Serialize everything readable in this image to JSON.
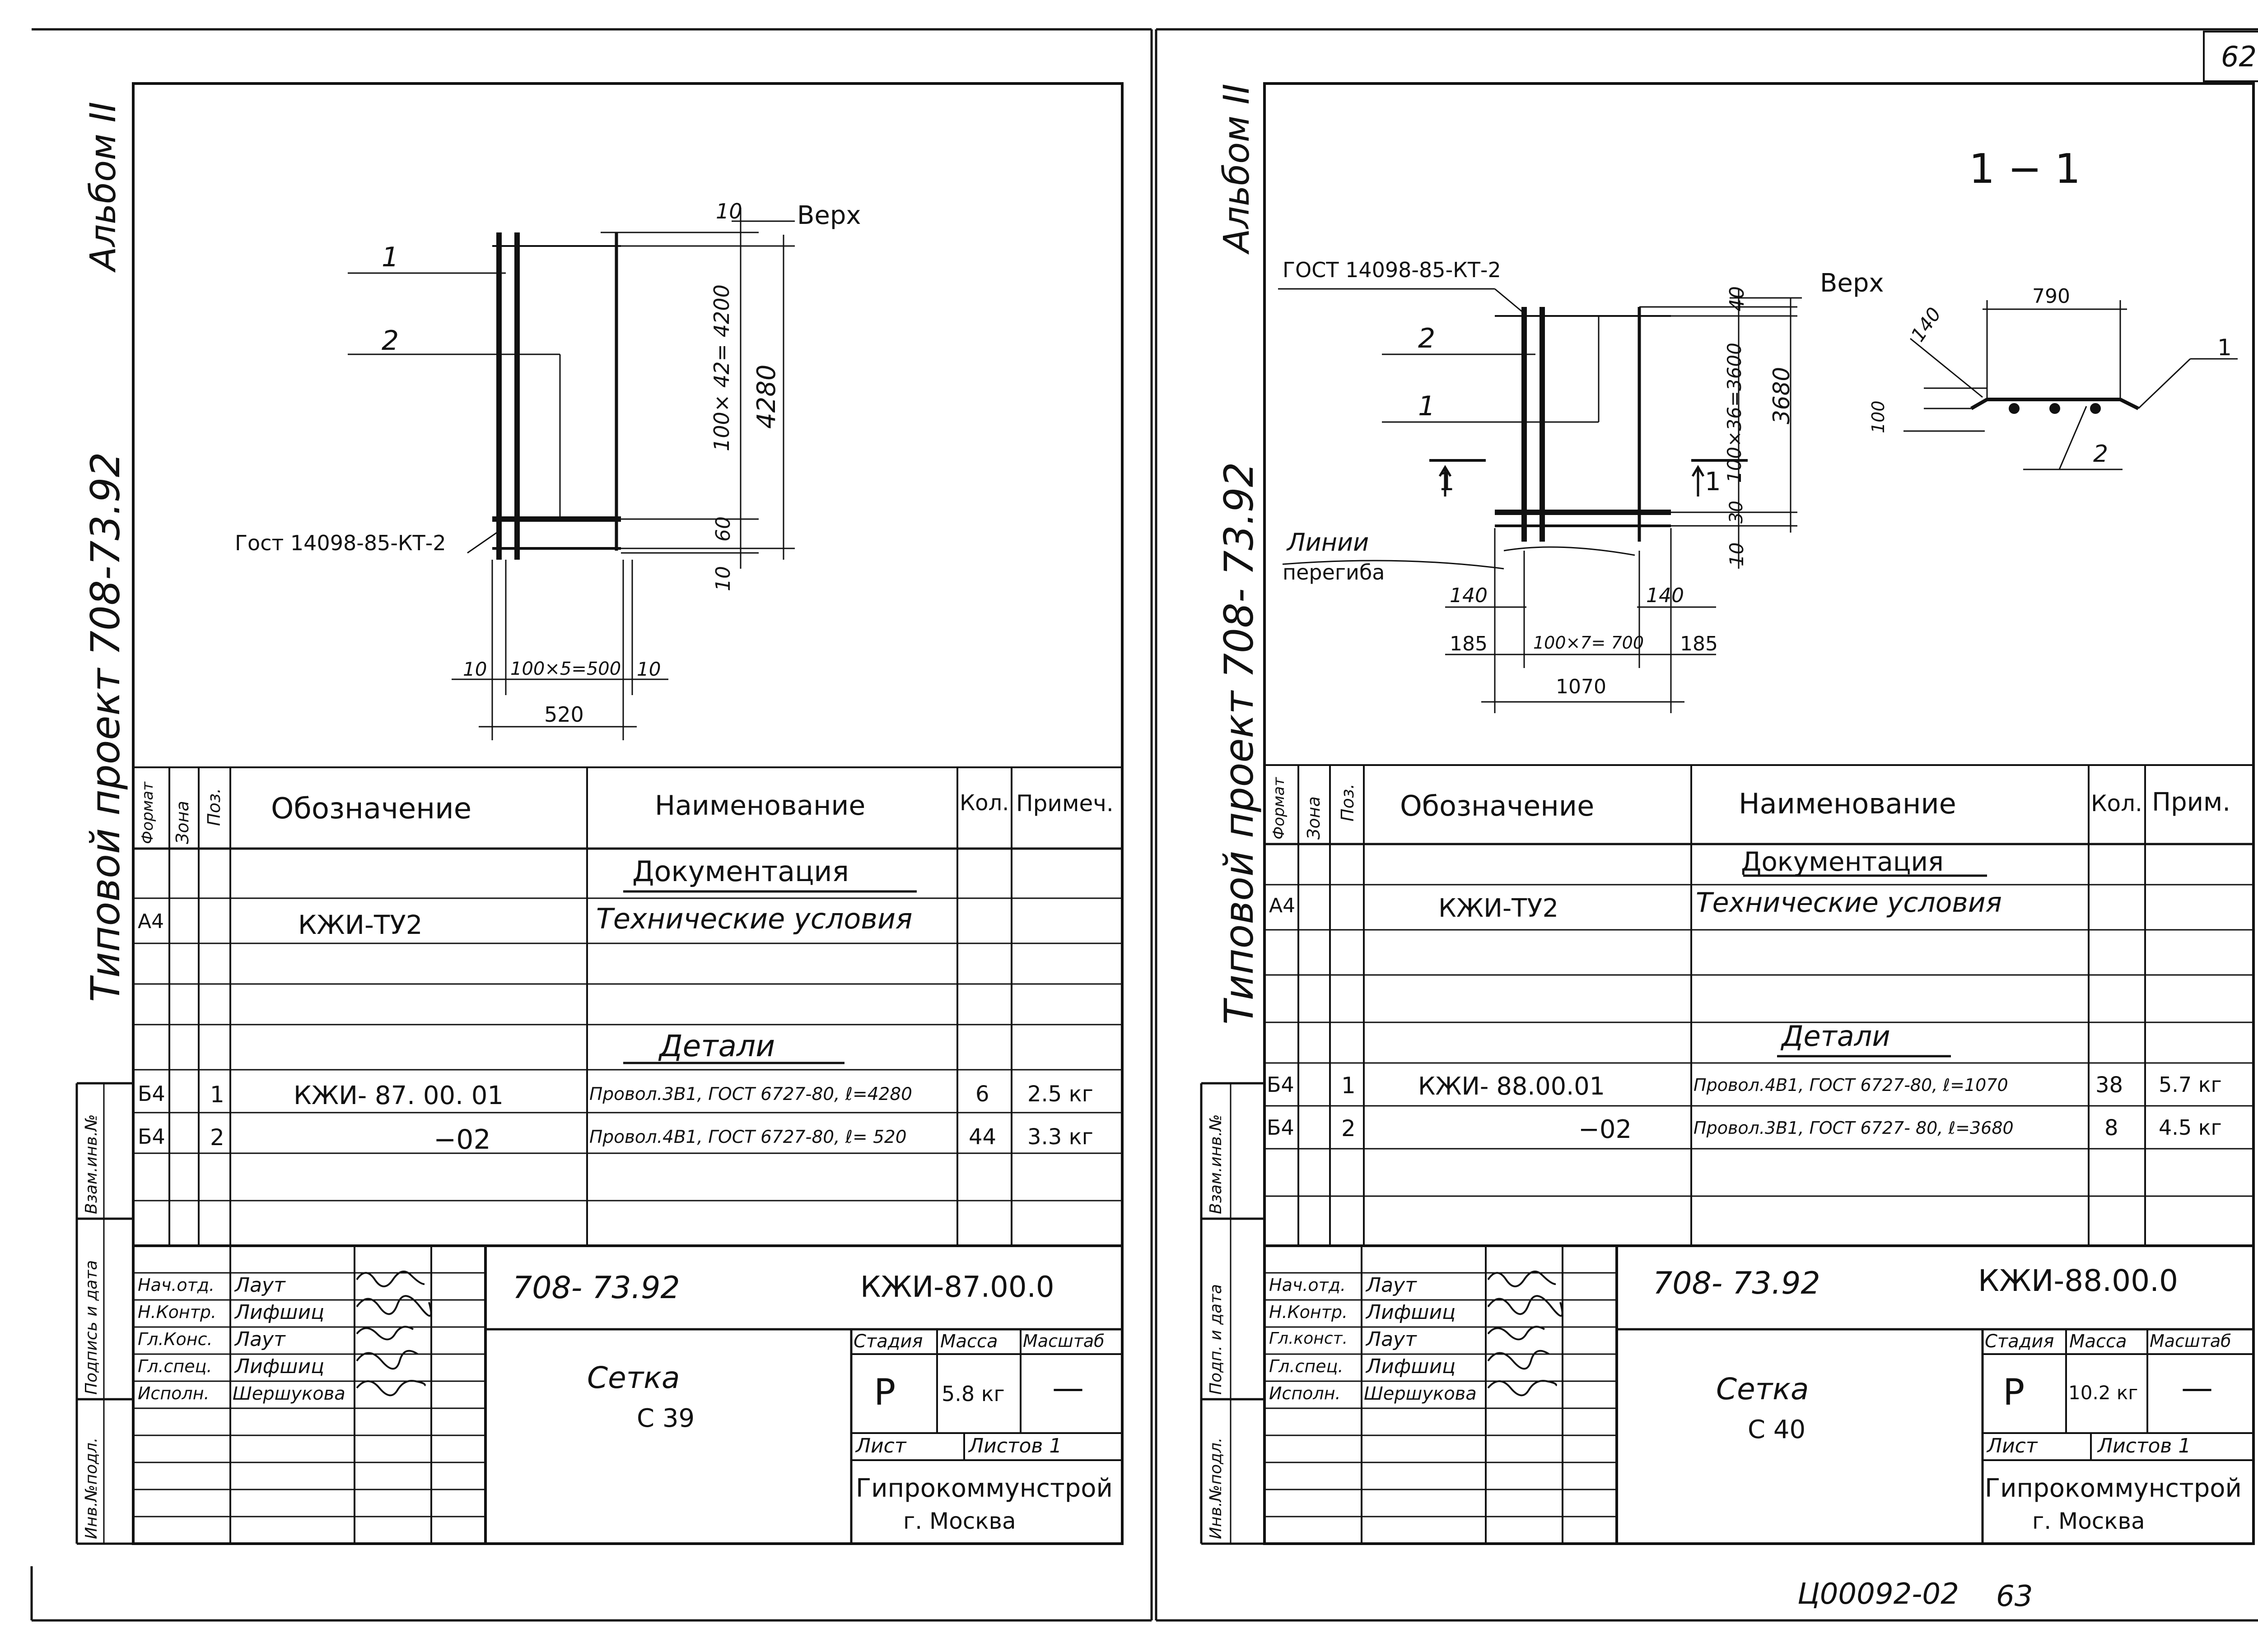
{
  "page_number": "62",
  "bottom_stamp": "Ц00092-02",
  "bottom_page": "63",
  "left": {
    "album": "Альбом II",
    "project": "Типовой проект 708-73.92",
    "drawing": {
      "top_dim": "10",
      "top_label": "Верх",
      "vert_dim_1": "100× 42= 4200",
      "vert_dim_2": "4280",
      "dim_60": "60",
      "dim_10b": "10",
      "pos1": "1",
      "pos2": "2",
      "gost": "Гост 14098-85-КТ-2",
      "h_dim_left": "10",
      "h_dim_mid": "100×5=500",
      "h_dim_right": "10",
      "h_total": "520"
    },
    "spec": {
      "headers": {
        "format": "Формат",
        "zone": "Зона",
        "pos": "Поз.",
        "designation": "Обозначение",
        "name": "Наименование",
        "qty": "Кол.",
        "note": "Примеч."
      },
      "doc_section": "Документация",
      "doc_row": {
        "format": "А4",
        "designation": "КЖИ-ТУ2",
        "name": "Технические условия"
      },
      "details_section": "Детали",
      "rows": [
        {
          "format": "Б4",
          "pos": "1",
          "designation": "КЖИ- 87. 00. 01",
          "name": "Провол.3В1, ГОСТ 6727-80, ℓ=4280",
          "qty": "6",
          "note": "2.5 кг"
        },
        {
          "format": "Б4",
          "pos": "2",
          "designation": "−02",
          "name": "Провол.4В1, ГОСТ 6727-80, ℓ= 520",
          "qty": "44",
          "note": "3.3 кг"
        }
      ]
    },
    "title_block": {
      "roles": [
        "Нач.отд.",
        "Н.Контр.",
        "Гл.Конс.",
        "Гл.спец.",
        "Исполн."
      ],
      "names": [
        "Лаут",
        "Лифшиц",
        "Лаут",
        "Лифшиц",
        "Шершукова"
      ],
      "project_code": "708- 73.92",
      "doc_code": "КЖИ-87.00.0",
      "title": "Сетка",
      "subtitle": "С 39",
      "stage_label": "Стадия",
      "mass_label": "Масса",
      "scale_label": "Масштаб",
      "stage": "Р",
      "mass": "5.8 кг",
      "scale": "—",
      "sheet_label": "Лист",
      "sheets_label": "Листов 1",
      "org": "Гипрокоммунстрой",
      "city": "г. Москва"
    },
    "side_stamps": [
      "Взам.инв.№",
      "Подпись и дата",
      "Инв.№подл."
    ]
  },
  "right": {
    "album": "Альбом II",
    "project": "Типовой проект 708- 73.92",
    "drawing": {
      "section": "1 − 1",
      "gost": "ГОСТ 14098-85-КТ-2",
      "top_label": "Верх",
      "top_dim": "40",
      "vert_dim_1": "100×36=3600",
      "vert_dim_2": "3680",
      "dim_30": "30",
      "dim_10": "10",
      "pos1": "1",
      "pos2": "2",
      "section_mark_l": "1",
      "section_mark_r": "1",
      "bend_label_1": "Линии",
      "bend_label_2": "перегиба",
      "dim_140l": "140",
      "dim_140r": "140",
      "dim_185l": "185",
      "dim_mid": "100×7= 700",
      "dim_185r": "185",
      "dim_total": "1070",
      "sec_width": "790",
      "sec_140": "140",
      "sec_100": "100",
      "sec_pos1": "1",
      "sec_pos2": "2"
    },
    "spec": {
      "headers": {
        "format": "Формат",
        "zone": "Зона",
        "pos": "Поз.",
        "designation": "Обозначение",
        "name": "Наименование",
        "qty": "Кол.",
        "note": "Прим."
      },
      "doc_section": "Документация",
      "doc_row": {
        "format": "А4",
        "designation": "КЖИ-ТУ2",
        "name": "Технические условия"
      },
      "details_section": "Детали",
      "rows": [
        {
          "format": "Б4",
          "pos": "1",
          "designation": "КЖИ- 88.00.01",
          "name": "Провол.4В1, ГОСТ 6727-80, ℓ=1070",
          "qty": "38",
          "note": "5.7 кг"
        },
        {
          "format": "Б4",
          "pos": "2",
          "designation": "−02",
          "name": "Провол.3В1, ГОСТ 6727- 80, ℓ=3680",
          "qty": "8",
          "note": "4.5 кг"
        }
      ]
    },
    "title_block": {
      "roles": [
        "Нач.отд.",
        "Н.Контр.",
        "Гл.конст.",
        "Гл.спец.",
        "Исполн."
      ],
      "names": [
        "Лаут",
        "Лифшиц",
        "Лаут",
        "Лифшиц",
        "Шершукова"
      ],
      "project_code": "708- 73.92",
      "doc_code": "КЖИ-88.00.0",
      "title": "Сетка",
      "subtitle": "С 40",
      "stage_label": "Стадия",
      "mass_label": "Масса",
      "scale_label": "Масштаб",
      "stage": "Р",
      "mass": "10.2 кг",
      "scale": "—",
      "sheet_label": "Лист",
      "sheets_label": "Листов 1",
      "org": "Гипрокоммунстрой",
      "city": "г. Москва"
    },
    "side_stamps": [
      "Взам.инв.№",
      "Подп. и дата",
      "Инв.№подл."
    ]
  }
}
